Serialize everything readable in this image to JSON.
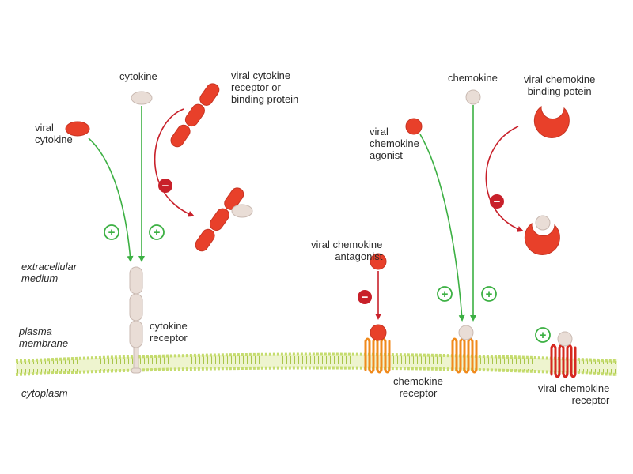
{
  "labels": {
    "cytokine": "cytokine",
    "viral_cytokine": [
      "viral",
      "cytokine"
    ],
    "viral_cytokine_receptor": [
      "viral cytokine",
      "receptor or",
      "binding protein"
    ],
    "extracellular": [
      "extracellular",
      "medium"
    ],
    "plasma_membrane": [
      "plasma",
      "membrane"
    ],
    "cytoplasm": "cytoplasm",
    "cytokine_receptor": [
      "cytokine",
      "receptor"
    ],
    "chemokine": "chemokine",
    "viral_chemokine_agonist": [
      "viral",
      "chemokine",
      "agonist"
    ],
    "viral_chemokine_binding_protein": [
      "viral chemokine",
      "binding potein"
    ],
    "viral_chemokine_antagonist": [
      "viral chemokine",
      "antagonist"
    ],
    "chemokine_receptor": [
      "chemokine",
      "receptor"
    ],
    "viral_chemokine_receptor": [
      "viral chemokine",
      "receptor"
    ]
  },
  "signs": {
    "plus": "+",
    "minus": "−"
  },
  "colors": {
    "viral_red": "#e8402a",
    "host_ligand": "#e9ddd6",
    "activation_green": "#3cb043",
    "inhibition_red": "#c8202a",
    "membrane_green": "#b7d35a",
    "receptor_orange": "#f08a1c",
    "viral_receptor_red": "#d6281f"
  }
}
